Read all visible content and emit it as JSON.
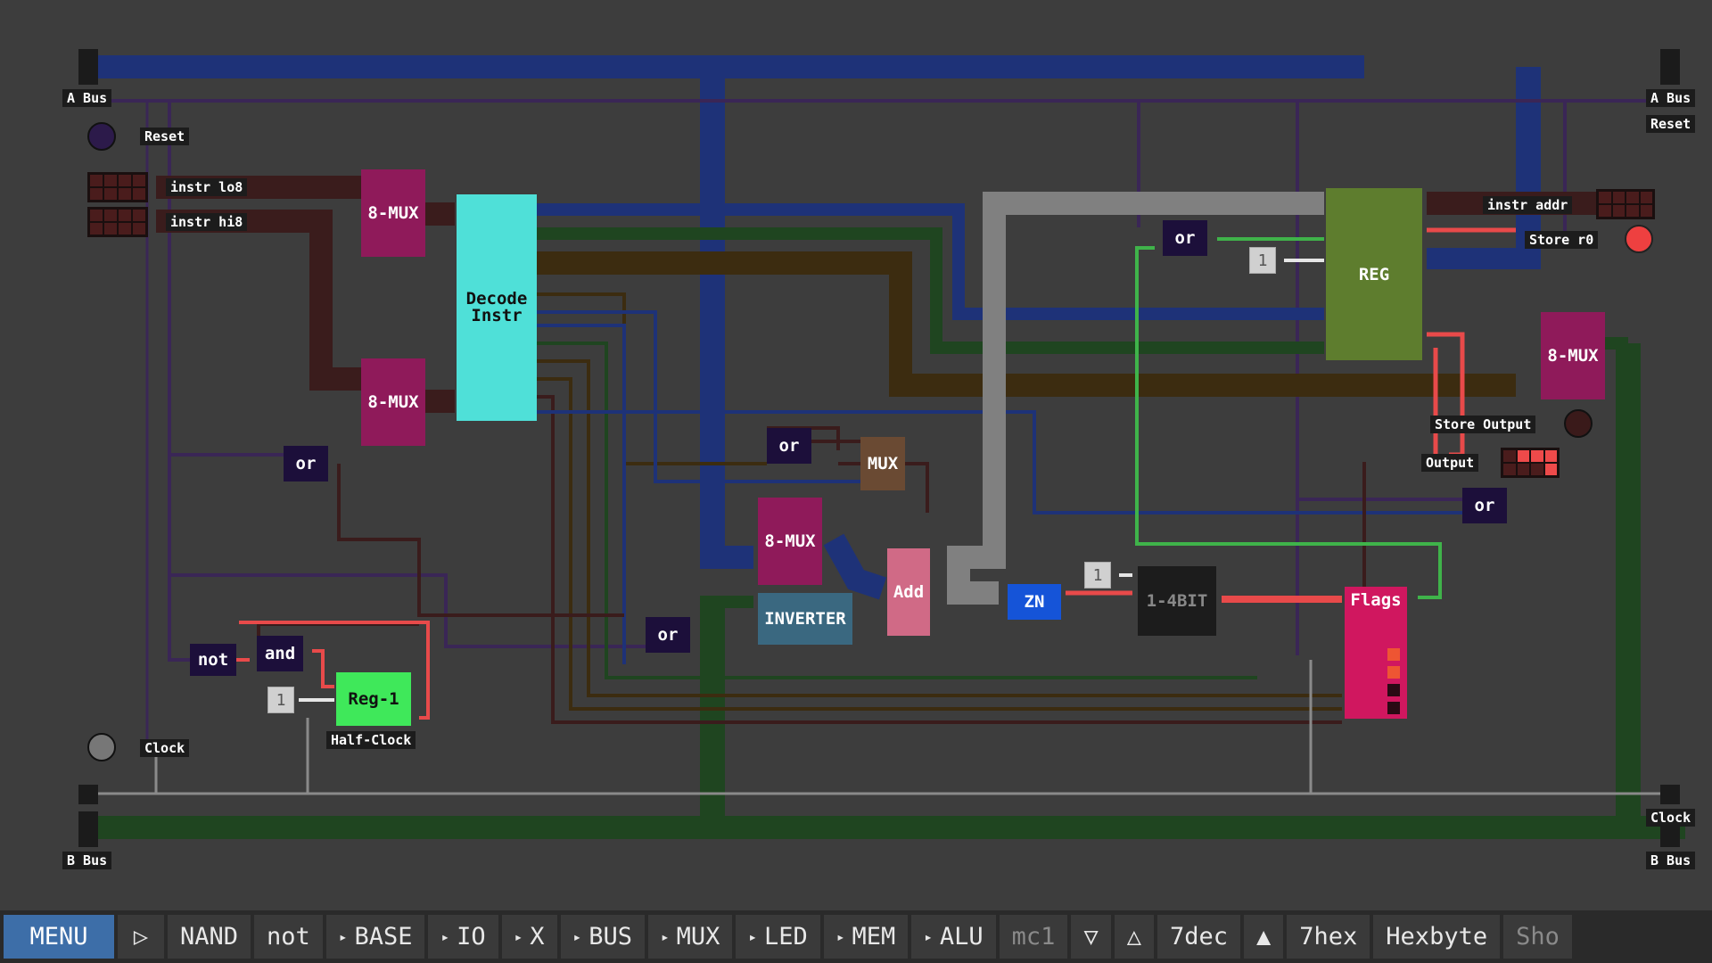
{
  "circuit": {
    "io": {
      "a_bus_left": "A Bus",
      "a_bus_right": "A Bus",
      "reset_left": "Reset",
      "reset_right": "Reset",
      "instr_lo8": "instr lo8",
      "instr_hi8": "instr hi8",
      "instr_addr": "instr addr",
      "store_r0": "Store r0",
      "store_output": "Store Output",
      "output": "Output",
      "clock_left": "Clock",
      "clock_right": "Clock",
      "half_clock": "Half-Clock",
      "b_bus_left": "B Bus",
      "b_bus_right": "B Bus"
    },
    "components": {
      "mux_top": "8-MUX",
      "mux_mid": "8-MUX",
      "mux_center": "8-MUX",
      "mux_right": "8-MUX",
      "decode": "Decode Instr",
      "or_1": "or",
      "or_2": "or",
      "or_3": "or",
      "or_4": "or",
      "or_5": "or",
      "mux_small": "MUX",
      "inverter": "INVERTER",
      "add": "Add",
      "zn": "ZN",
      "bit_1_4": "1-4BIT",
      "flags": "Flags",
      "reg": "REG",
      "reg1": "Reg-1",
      "and_gate": "and",
      "not_gate": "not",
      "const_reg": "1",
      "const_bit": "1",
      "const_reg1": "1"
    }
  },
  "toolbar": {
    "menu": "MENU",
    "play": "▷",
    "nand": "NAND",
    "not": "not",
    "base": "BASE",
    "io": "IO",
    "x": "X",
    "bus": "BUS",
    "mux": "MUX",
    "led": "LED",
    "mem": "MEM",
    "alu": "ALU",
    "mc1": "mc1",
    "down": "▽",
    "up": "△",
    "sevendec": "7dec",
    "up_filled": "▲",
    "sevenhex": "7hex",
    "hexbyte": "Hexbyte",
    "show": "Sho"
  },
  "colors": {
    "background": "#3d3d3d",
    "a_bus": "#1e3278",
    "b_bus": "#1f4520",
    "mux": "#8f1a5a",
    "decode": "#4fe0d8",
    "gate": "#1c0f3a",
    "reg": "#5e7d2e",
    "reg1": "#3fe85a",
    "zn": "#1554d8",
    "flags": "#d0175f",
    "add": "#d06a86",
    "inverter": "#3a6880",
    "mux_small": "#6a4a33",
    "menu": "#3d6ea8"
  }
}
